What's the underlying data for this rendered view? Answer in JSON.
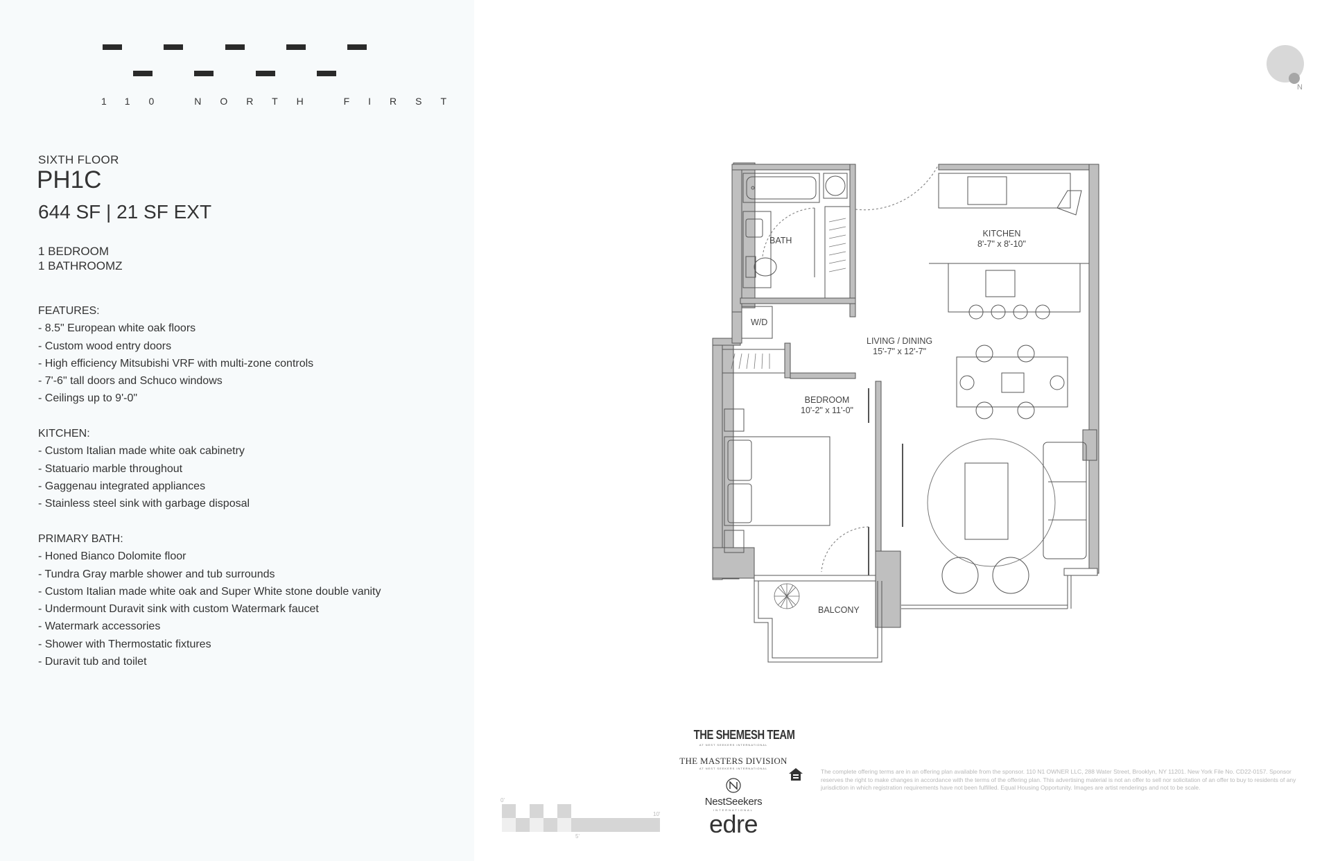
{
  "brand": {
    "building_name": "110 NORTH FIRST"
  },
  "unit": {
    "floor": "SIXTH FLOOR",
    "name": "PH1C",
    "size": "644 SF | 21 SF EXT",
    "bedrooms": "1 BEDROOM",
    "bathrooms": "1 BATHROOMZ"
  },
  "features": {
    "heading": "FEATURES:",
    "items": [
      "- 8.5\" European white oak floors",
      "- Custom wood entry doors",
      "- High efficiency Mitsubishi VRF with multi-zone controls",
      "- 7'-6\" tall doors and Schuco windows",
      "- Ceilings up to 9'-0\""
    ]
  },
  "kitchen_features": {
    "heading": "KITCHEN:",
    "items": [
      "- Custom Italian made white oak cabinetry",
      "- Statuario marble throughout",
      "- Gaggenau integrated appliances",
      "- Stainless steel sink with garbage disposal"
    ]
  },
  "bath_features": {
    "heading": "PRIMARY BATH:",
    "items": [
      "- Honed Bianco Dolomite floor",
      "- Tundra Gray marble shower and tub surrounds",
      "- Custom Italian made white oak and Super White stone double vanity",
      "- Undermount Duravit sink with custom Watermark faucet",
      "- Watermark accessories",
      "- Shower with Thermostatic fixtures",
      "- Duravit tub and toilet"
    ]
  },
  "floorplan": {
    "bath": {
      "name": "BATH"
    },
    "wd": {
      "name": "W/D"
    },
    "kitchen": {
      "name": "KITCHEN",
      "dims": "8'-7\" x 8'-10\""
    },
    "living": {
      "name": "LIVING / DINING",
      "dims": "15'-7\" x 12'-7\""
    },
    "bedroom": {
      "name": "BEDROOM",
      "dims": "10'-2\" x 11'-0\""
    },
    "balcony": {
      "name": "BALCONY"
    }
  },
  "compass": {
    "label": "N"
  },
  "scale": {
    "start": "0'",
    "end": "10'",
    "mid": "5'"
  },
  "partners": {
    "shemesh": "THE SHEMESH TEAM",
    "shemesh_sub": "AT NEST SEEKERS INTERNATIONAL",
    "masters": "THE MASTERS DIVISION",
    "masters_sub": "AT NEST SEEKERS INTERNATIONAL",
    "nest": "NestSeekers",
    "nest_sub": "INTERNATIONAL",
    "edre": "edre"
  },
  "icons": {
    "equal_housing": "equal-housing-icon"
  },
  "colors": {
    "wall": "#bfbfbf",
    "panel": "#f7fafb",
    "text": "#2a2a2a"
  },
  "disclaimer": "The complete offering terms are in an offering plan available from the sponsor. 110 N1 OWNER LLC, 288 Water Street, Brooklyn, NY 11201. New York File No. CD22-0157. Sponsor reserves the right to make changes in accordance with the terms of the offering plan. This advertising material is not an offer to sell nor solicitation of an offer to buy to residents of any jurisdiction in which registration requirements have not been fulfilled. Equal Housing Opportunity. Images are artist renderings and not to be scale."
}
